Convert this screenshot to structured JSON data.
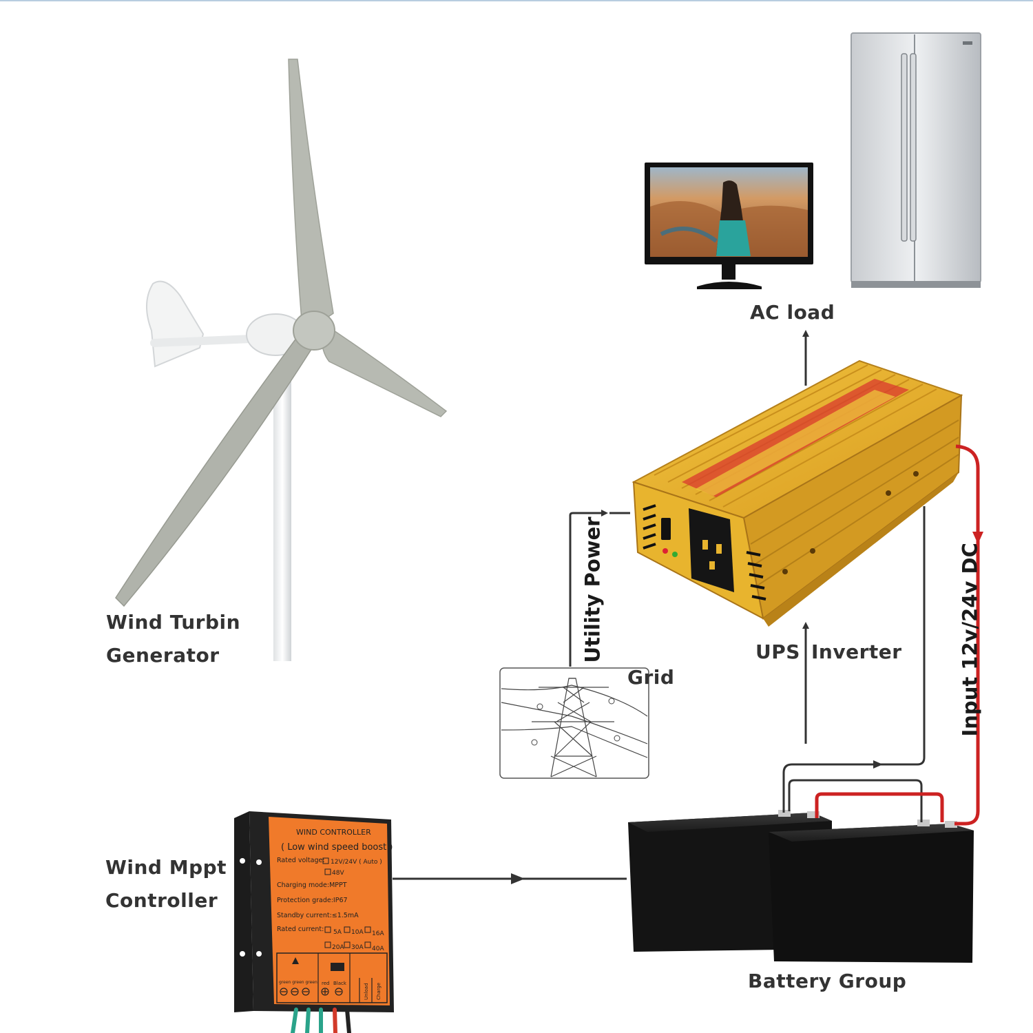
{
  "labels": {
    "wind_turbine_line1": "Wind Turbin",
    "wind_turbine_line2": "Generator",
    "wind_mppt_line1": "Wind Mppt",
    "wind_mppt_line2": "Controller",
    "ac_load": "AC load",
    "ups": "UPS",
    "inverter": "Inverter",
    "grid": "Grid",
    "utility_power": "Utility Power",
    "input_dc": "Input 12v/24v DC",
    "battery_group": "Battery Group"
  },
  "controller_panel": {
    "title": "WIND CONTROLLER",
    "subtitle": "( Low wind speed boost )",
    "rated_voltage": "Rated voltage:",
    "voltage_option_1": "12V/24V ( Auto )",
    "voltage_option_2": "48V",
    "charging_mode": "Charging mode:MPPT",
    "protection_grade": "Protection grade:IP67",
    "standby_current": "Standby current:≤1.5mA",
    "rated_current": "Rated current:",
    "current_options_row1": [
      "5A",
      "10A",
      "16A"
    ],
    "current_options_row2": [
      "20A",
      "30A",
      "40A"
    ],
    "terminal_green": "green green green",
    "terminal_red": "red",
    "terminal_black": "Black",
    "terminal_unload": "Unload",
    "terminal_charge": "Charge"
  },
  "colors": {
    "wire_black": "#333333",
    "wire_red": "#cc2222",
    "controller_orange": "#f07a2a",
    "inverter_gold": "#e2a826"
  }
}
